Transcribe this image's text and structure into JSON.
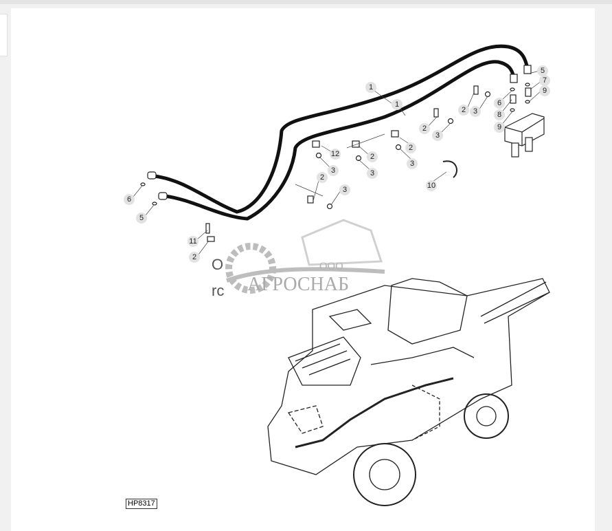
{
  "diagram": {
    "figure_id": "HP8317",
    "callouts": [
      "1",
      "1",
      "2",
      "3",
      "2",
      "3",
      "2",
      "3",
      "12",
      "2",
      "3",
      "3",
      "2",
      "3",
      "10",
      "5",
      "7",
      "9",
      "6",
      "8",
      "9",
      "6",
      "5",
      "11",
      "2"
    ],
    "partial_text": [
      "O",
      "rc"
    ],
    "watermark": {
      "company_prefix": "ООО",
      "company_name": "АГРОСНАБ",
      "color": "#9a9a9a"
    },
    "hose_color": "#111111"
  }
}
